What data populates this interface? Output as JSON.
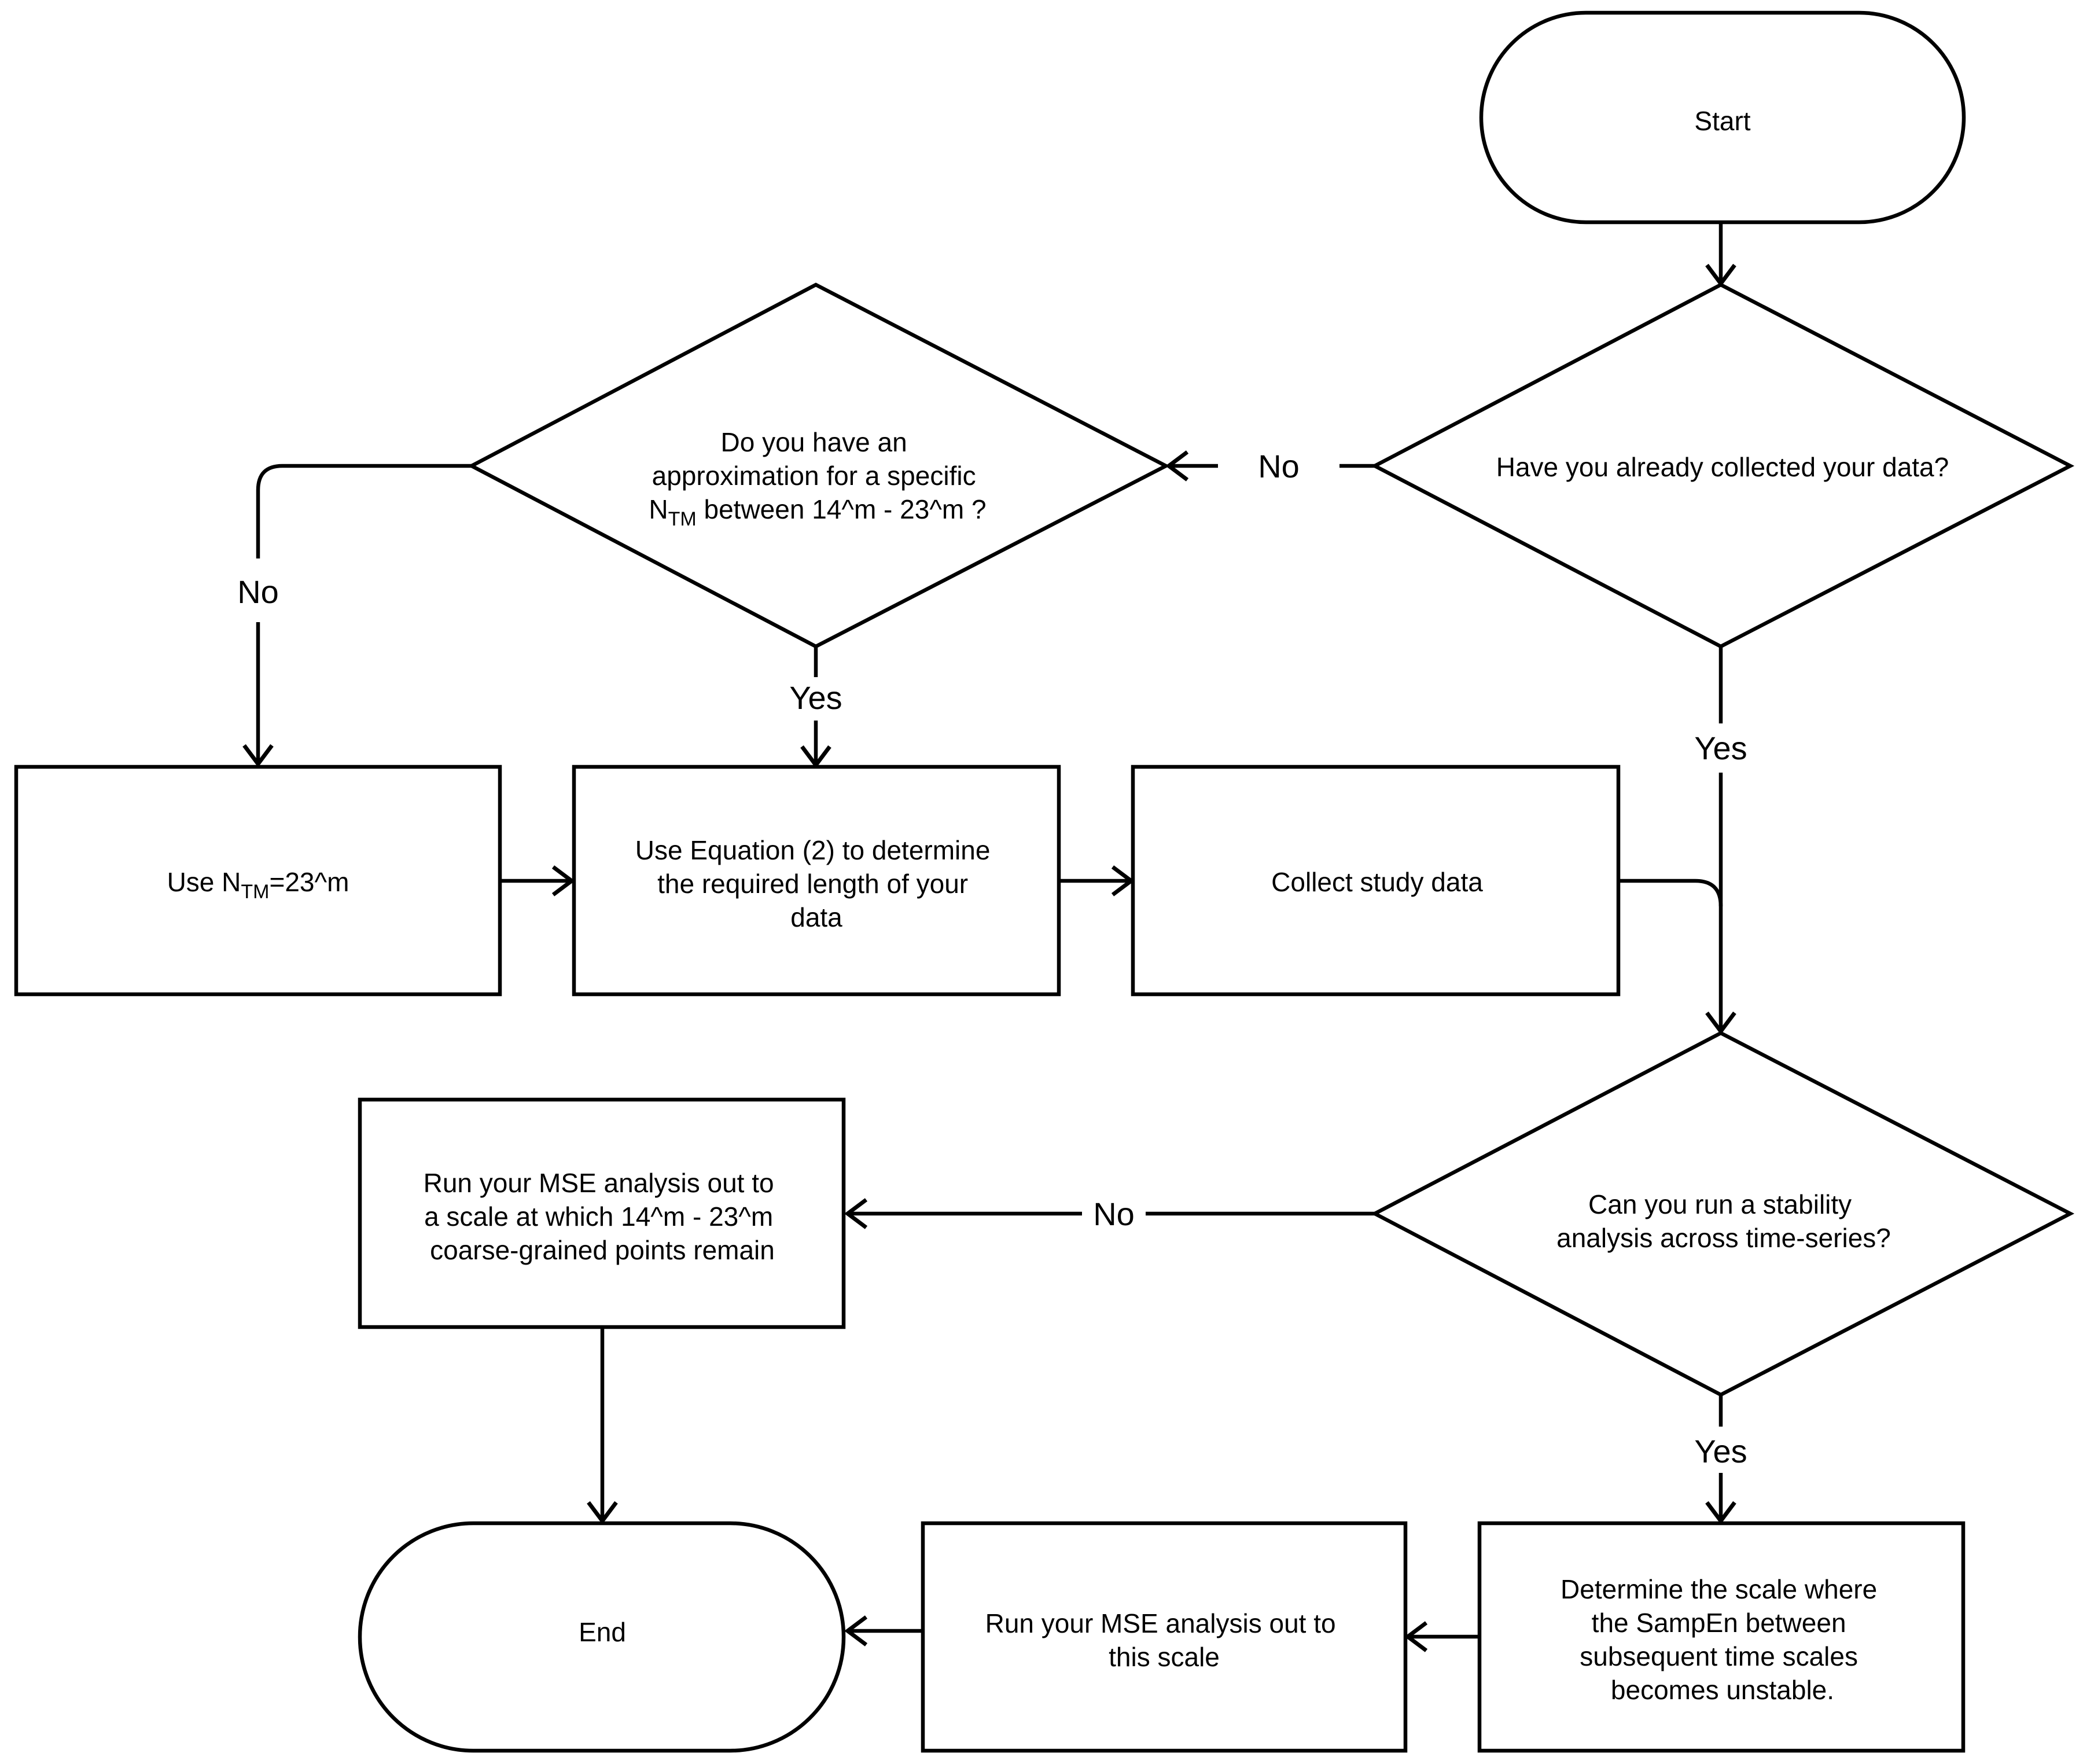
{
  "nodes": {
    "start": "Start",
    "collected_question": "Have you already collected your data?",
    "approx_question": {
      "line1": "Do you have an",
      "line2": "approximation for a specific",
      "line3_pre": "N",
      "line3_sub": "TM",
      "line3_post": " between 14^m - 23^m ?"
    },
    "use_ntm": {
      "pre": "Use N",
      "sub": "TM",
      "post": "=23^m"
    },
    "use_equation": [
      "Use Equation (2) to determine",
      "the required length of your",
      "data"
    ],
    "collect_data": "Collect study data",
    "stability_question": [
      "Can you run a stability",
      "analysis across time-series?"
    ],
    "run_mse_points": [
      "Run your MSE analysis out to",
      "a scale at which 14^m - 23^m",
      "coarse-grained points remain"
    ],
    "determine_scale": [
      "Determine the scale where",
      "the SampEn between",
      "subsequent time scales",
      "becomes unstable."
    ],
    "run_mse_scale": [
      "Run your MSE analysis out to",
      "this scale"
    ],
    "end": "End"
  },
  "edge_labels": {
    "collected_no": "No",
    "collected_yes": "Yes",
    "approx_no": "No",
    "approx_yes": "Yes",
    "stability_no": "No",
    "stability_yes": "Yes"
  },
  "colors": {
    "stroke": "#000000",
    "fill": "#ffffff",
    "text": "#000000"
  }
}
